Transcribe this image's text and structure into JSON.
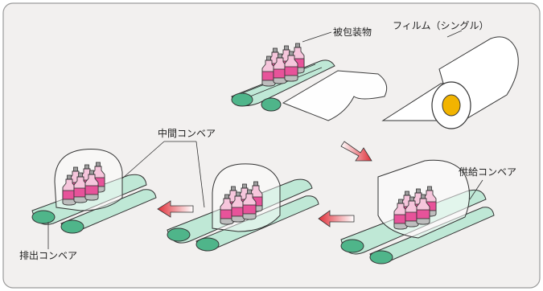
{
  "labels": {
    "wrapped_item": "被包装物",
    "film": "フィルム（シングル）",
    "intermediate_conveyor": "中間コンベア",
    "supply_conveyor": "供給コンベア",
    "discharge_conveyor": "排出コンベア"
  },
  "colors": {
    "background_panel": "#f2f0ef",
    "panel_border": "#9a9a9a",
    "belt_fill": "#bfe8d6",
    "belt_roller": "#4fb58a",
    "bottle_pink": "#e7539a",
    "bottle_light": "#f6c6dc",
    "bottle_cap": "#9d9d9d",
    "flow_arrow": "#e0303a",
    "film_core": "#f2b400"
  },
  "icons": [
    "bottle-cluster-icon",
    "film-roll-icon",
    "conveyor-belt-icon",
    "flow-arrow-icon"
  ]
}
